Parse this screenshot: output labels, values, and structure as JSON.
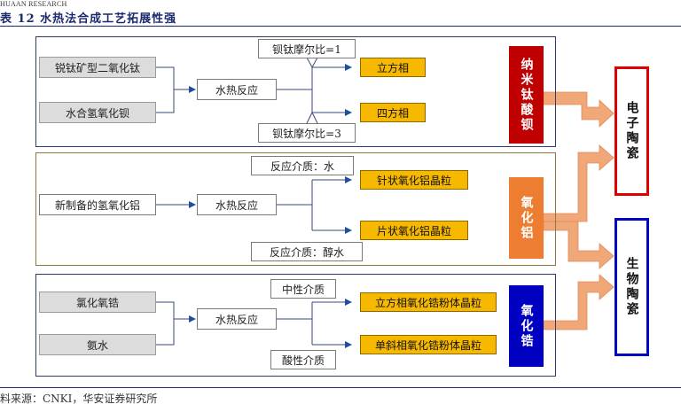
{
  "brand": "HUAAN RESEARCH",
  "title": "表 12  水热法合成工艺拓展性强",
  "footer": "料来源：CNKI，华安证券研究所",
  "colors": {
    "title": "#1a2a6c",
    "section_blue_border": "#2e3b6e",
    "section_gold_border": "#8a7a3c",
    "input_fill": "#dcdcdc",
    "product_fill": "#f7b800",
    "arrow_blue": "#1f4e9c",
    "arrow_orange": "#f0a878",
    "nano_fill": "#c00000",
    "alumina_fill": "#ed7d31",
    "zirconia_fill": "#0000c0",
    "electronic_border": "#e00000",
    "bio_border": "#0000c0"
  },
  "diagram": {
    "section1": {
      "inputs": [
        "锐钛矿型二氧化钛",
        "水合氢氧化钡"
      ],
      "process": "水热反应",
      "conditions": [
        "钡钛摩尔比=1",
        "钡钛摩尔比=3"
      ],
      "products": [
        "立方相",
        "四方相"
      ],
      "material": "纳米钛酸钡"
    },
    "section2": {
      "inputs": [
        "新制备的氢氧化铝"
      ],
      "process": "水热反应",
      "conditions": [
        "反应介质：水",
        "反应介质：醇水"
      ],
      "products": [
        "针状氧化铝晶粒",
        "片状氧化铝晶粒"
      ],
      "material": "氧化铝"
    },
    "section3": {
      "inputs": [
        "氯化氧锆",
        "氨水"
      ],
      "process": "水热反应",
      "conditions": [
        "中性介质",
        "酸性介质"
      ],
      "products": [
        "立方相氧化锆粉体晶粒",
        "单斜相氧化锆粉体晶粒"
      ],
      "material": "氧化锆"
    },
    "applications": [
      "电子陶瓷",
      "生物陶瓷"
    ]
  }
}
